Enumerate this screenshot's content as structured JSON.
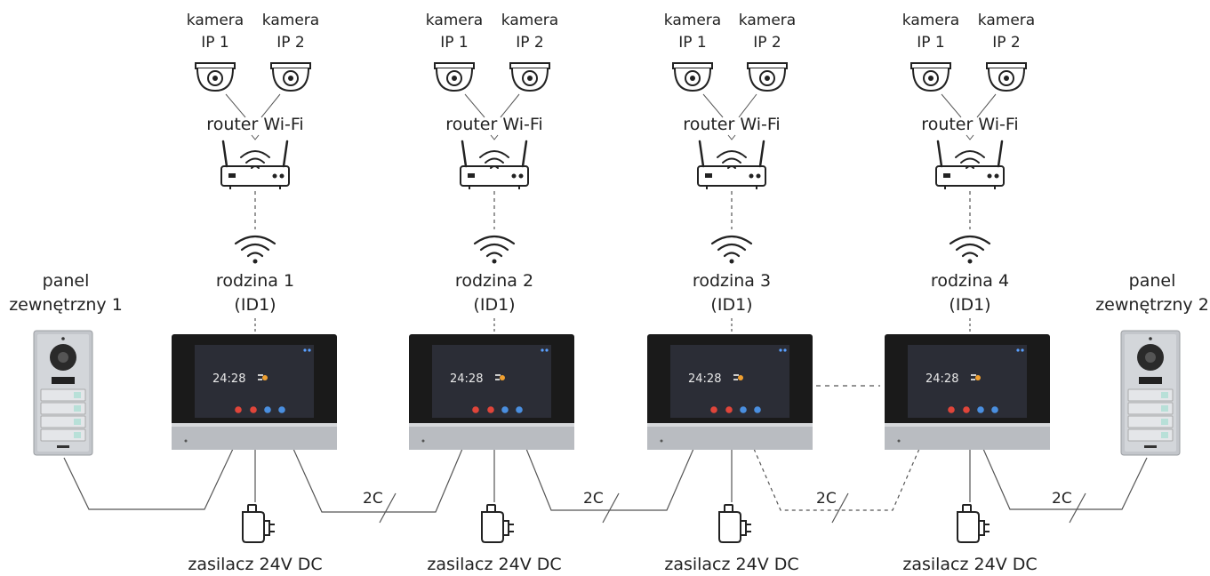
{
  "diagram": {
    "camera_label_1": "kamera",
    "camera_label_1_id": "IP 1",
    "camera_label_2": "kamera",
    "camera_label_2_id": "IP 2",
    "router_label": "router Wi-Fi",
    "power_label": "zasilacz 24V DC",
    "bus_label": "2C",
    "monitor_time": "24:28",
    "families": [
      {
        "name": "rodzina 1",
        "id": "(ID1)"
      },
      {
        "name": "rodzina 2",
        "id": "(ID1)"
      },
      {
        "name": "rodzina 3",
        "id": "(ID1)"
      },
      {
        "name": "rodzina 4",
        "id": "(ID1)"
      }
    ],
    "outdoor_panels": [
      {
        "line1": "panel",
        "line2": "zewnętrzny 1"
      },
      {
        "line1": "panel",
        "line2": "zewnętrzny 2"
      }
    ],
    "colors": {
      "line": "#555555",
      "monitor_frame": "#1a1a1a",
      "monitor_screen": "#2b2d36",
      "silver": "#b9bcc1",
      "icon_red": "#e0453a",
      "icon_blue": "#4a8fe0"
    }
  }
}
